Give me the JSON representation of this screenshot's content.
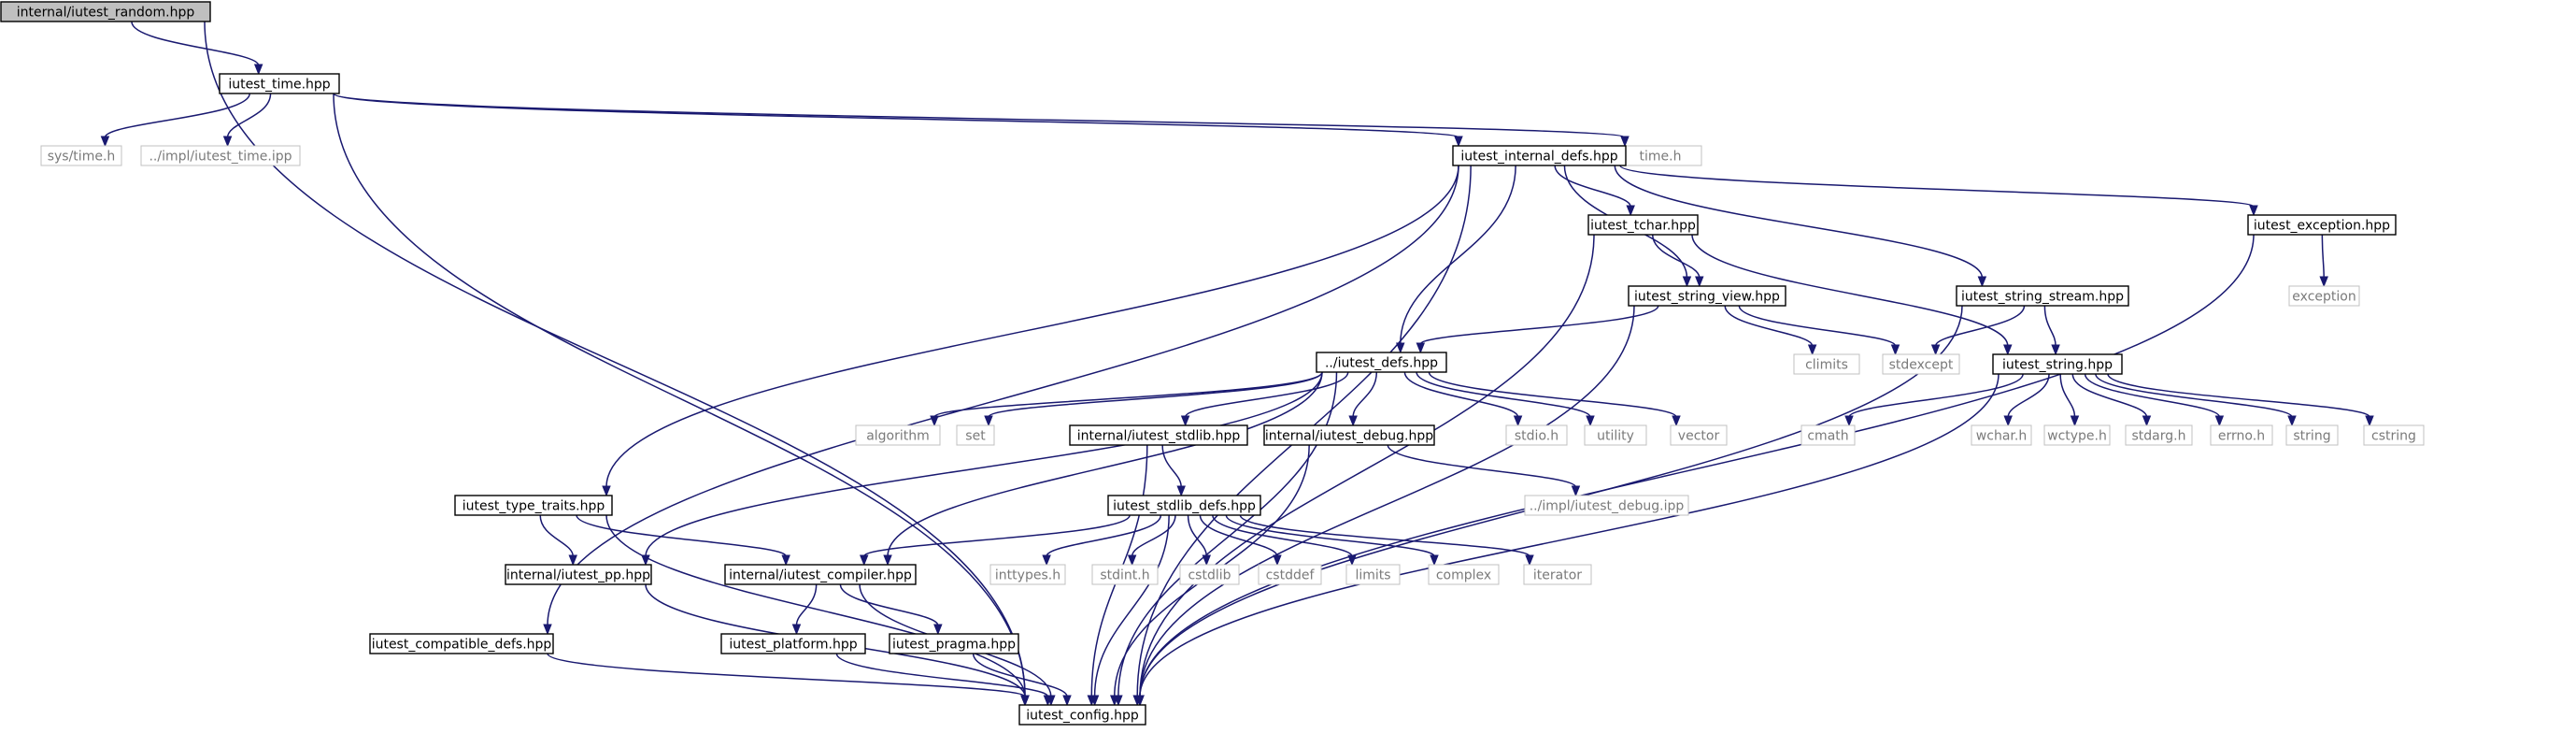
{
  "title": "",
  "nodes": [
    {
      "id": "random",
      "label": "internal/iutest_random.hpp",
      "kind": "root"
    },
    {
      "id": "time",
      "label": "iutest_time.hpp",
      "kind": "file"
    },
    {
      "id": "systime",
      "label": "sys/time.h",
      "kind": "ext"
    },
    {
      "id": "impltime",
      "label": "../impl/iutest_time.ipp",
      "kind": "ext"
    },
    {
      "id": "timeh",
      "label": "time.h",
      "kind": "ext"
    },
    {
      "id": "internaldefs",
      "label": "iutest_internal_defs.hpp",
      "kind": "file"
    },
    {
      "id": "tchar",
      "label": "iutest_tchar.hpp",
      "kind": "file"
    },
    {
      "id": "exception_hpp",
      "label": "iutest_exception.hpp",
      "kind": "file"
    },
    {
      "id": "exception",
      "label": "exception",
      "kind": "ext"
    },
    {
      "id": "stringview",
      "label": "iutest_string_view.hpp",
      "kind": "file"
    },
    {
      "id": "stringstream",
      "label": "iutest_string_stream.hpp",
      "kind": "file"
    },
    {
      "id": "defs",
      "label": "../iutest_defs.hpp",
      "kind": "file"
    },
    {
      "id": "climits",
      "label": "climits",
      "kind": "ext"
    },
    {
      "id": "stdexcept",
      "label": "stdexcept",
      "kind": "ext"
    },
    {
      "id": "string_hpp",
      "label": "iutest_string.hpp",
      "kind": "file"
    },
    {
      "id": "algorithm",
      "label": "algorithm",
      "kind": "ext"
    },
    {
      "id": "set",
      "label": "set",
      "kind": "ext"
    },
    {
      "id": "stdlib",
      "label": "internal/iutest_stdlib.hpp",
      "kind": "file"
    },
    {
      "id": "debug",
      "label": "internal/iutest_debug.hpp",
      "kind": "file"
    },
    {
      "id": "stdioh",
      "label": "stdio.h",
      "kind": "ext"
    },
    {
      "id": "utility",
      "label": "utility",
      "kind": "ext"
    },
    {
      "id": "vector",
      "label": "vector",
      "kind": "ext"
    },
    {
      "id": "cmath",
      "label": "cmath",
      "kind": "ext"
    },
    {
      "id": "wcharh",
      "label": "wchar.h",
      "kind": "ext"
    },
    {
      "id": "wctypeh",
      "label": "wctype.h",
      "kind": "ext"
    },
    {
      "id": "stdargh",
      "label": "stdarg.h",
      "kind": "ext"
    },
    {
      "id": "errnoh",
      "label": "errno.h",
      "kind": "ext"
    },
    {
      "id": "string",
      "label": "string",
      "kind": "ext"
    },
    {
      "id": "cstring",
      "label": "cstring",
      "kind": "ext"
    },
    {
      "id": "typetraits",
      "label": "iutest_type_traits.hpp",
      "kind": "file"
    },
    {
      "id": "stdlibdefs",
      "label": "iutest_stdlib_defs.hpp",
      "kind": "file"
    },
    {
      "id": "impldebug",
      "label": "../impl/iutest_debug.ipp",
      "kind": "ext"
    },
    {
      "id": "pp",
      "label": "internal/iutest_pp.hpp",
      "kind": "file"
    },
    {
      "id": "compiler",
      "label": "internal/iutest_compiler.hpp",
      "kind": "file"
    },
    {
      "id": "inttypesh",
      "label": "inttypes.h",
      "kind": "ext"
    },
    {
      "id": "stdinth",
      "label": "stdint.h",
      "kind": "ext"
    },
    {
      "id": "cstdlib",
      "label": "cstdlib",
      "kind": "ext"
    },
    {
      "id": "cstddef",
      "label": "cstddef",
      "kind": "ext"
    },
    {
      "id": "limits",
      "label": "limits",
      "kind": "ext"
    },
    {
      "id": "complex",
      "label": "complex",
      "kind": "ext"
    },
    {
      "id": "iterator",
      "label": "iterator",
      "kind": "ext"
    },
    {
      "id": "compatdefs",
      "label": "iutest_compatible_defs.hpp",
      "kind": "file"
    },
    {
      "id": "platform",
      "label": "iutest_platform.hpp",
      "kind": "file"
    },
    {
      "id": "pragma",
      "label": "iutest_pragma.hpp",
      "kind": "file"
    },
    {
      "id": "config",
      "label": "iutest_config.hpp",
      "kind": "file"
    }
  ],
  "edges": [
    [
      "random",
      "time"
    ],
    [
      "random",
      "config"
    ],
    [
      "time",
      "systime"
    ],
    [
      "time",
      "impltime"
    ],
    [
      "time",
      "timeh"
    ],
    [
      "time",
      "internaldefs"
    ],
    [
      "time",
      "config"
    ],
    [
      "internaldefs",
      "tchar"
    ],
    [
      "internaldefs",
      "exception_hpp"
    ],
    [
      "internaldefs",
      "stringview"
    ],
    [
      "internaldefs",
      "stringstream"
    ],
    [
      "internaldefs",
      "defs"
    ],
    [
      "internaldefs",
      "typetraits"
    ],
    [
      "internaldefs",
      "compatdefs"
    ],
    [
      "internaldefs",
      "config"
    ],
    [
      "exception_hpp",
      "exception"
    ],
    [
      "exception_hpp",
      "config"
    ],
    [
      "tchar",
      "stringview"
    ],
    [
      "tchar",
      "string_hpp"
    ],
    [
      "tchar",
      "config"
    ],
    [
      "stringview",
      "defs"
    ],
    [
      "stringview",
      "climits"
    ],
    [
      "stringview",
      "stdexcept"
    ],
    [
      "stringview",
      "config"
    ],
    [
      "stringstream",
      "stdexcept"
    ],
    [
      "stringstream",
      "string_hpp"
    ],
    [
      "stringstream",
      "config"
    ],
    [
      "string_hpp",
      "cmath"
    ],
    [
      "string_hpp",
      "wcharh"
    ],
    [
      "string_hpp",
      "wctypeh"
    ],
    [
      "string_hpp",
      "stdargh"
    ],
    [
      "string_hpp",
      "errnoh"
    ],
    [
      "string_hpp",
      "string"
    ],
    [
      "string_hpp",
      "cstring"
    ],
    [
      "string_hpp",
      "config"
    ],
    [
      "defs",
      "algorithm"
    ],
    [
      "defs",
      "set"
    ],
    [
      "defs",
      "stdlib"
    ],
    [
      "defs",
      "debug"
    ],
    [
      "defs",
      "stdioh"
    ],
    [
      "defs",
      "utility"
    ],
    [
      "defs",
      "vector"
    ],
    [
      "defs",
      "pp"
    ],
    [
      "defs",
      "compiler"
    ],
    [
      "defs",
      "config"
    ],
    [
      "stdlib",
      "stdlibdefs"
    ],
    [
      "stdlib",
      "config"
    ],
    [
      "debug",
      "impldebug"
    ],
    [
      "debug",
      "config"
    ],
    [
      "typetraits",
      "pp"
    ],
    [
      "typetraits",
      "compiler"
    ],
    [
      "typetraits",
      "config"
    ],
    [
      "stdlibdefs",
      "compiler"
    ],
    [
      "stdlibdefs",
      "inttypesh"
    ],
    [
      "stdlibdefs",
      "stdinth"
    ],
    [
      "stdlibdefs",
      "cstdlib"
    ],
    [
      "stdlibdefs",
      "cstddef"
    ],
    [
      "stdlibdefs",
      "limits"
    ],
    [
      "stdlibdefs",
      "complex"
    ],
    [
      "stdlibdefs",
      "iterator"
    ],
    [
      "stdlibdefs",
      "config"
    ],
    [
      "pp",
      "config"
    ],
    [
      "compiler",
      "platform"
    ],
    [
      "compiler",
      "pragma"
    ],
    [
      "compiler",
      "config"
    ],
    [
      "compatdefs",
      "config"
    ],
    [
      "platform",
      "config"
    ],
    [
      "pragma",
      "config"
    ]
  ]
}
